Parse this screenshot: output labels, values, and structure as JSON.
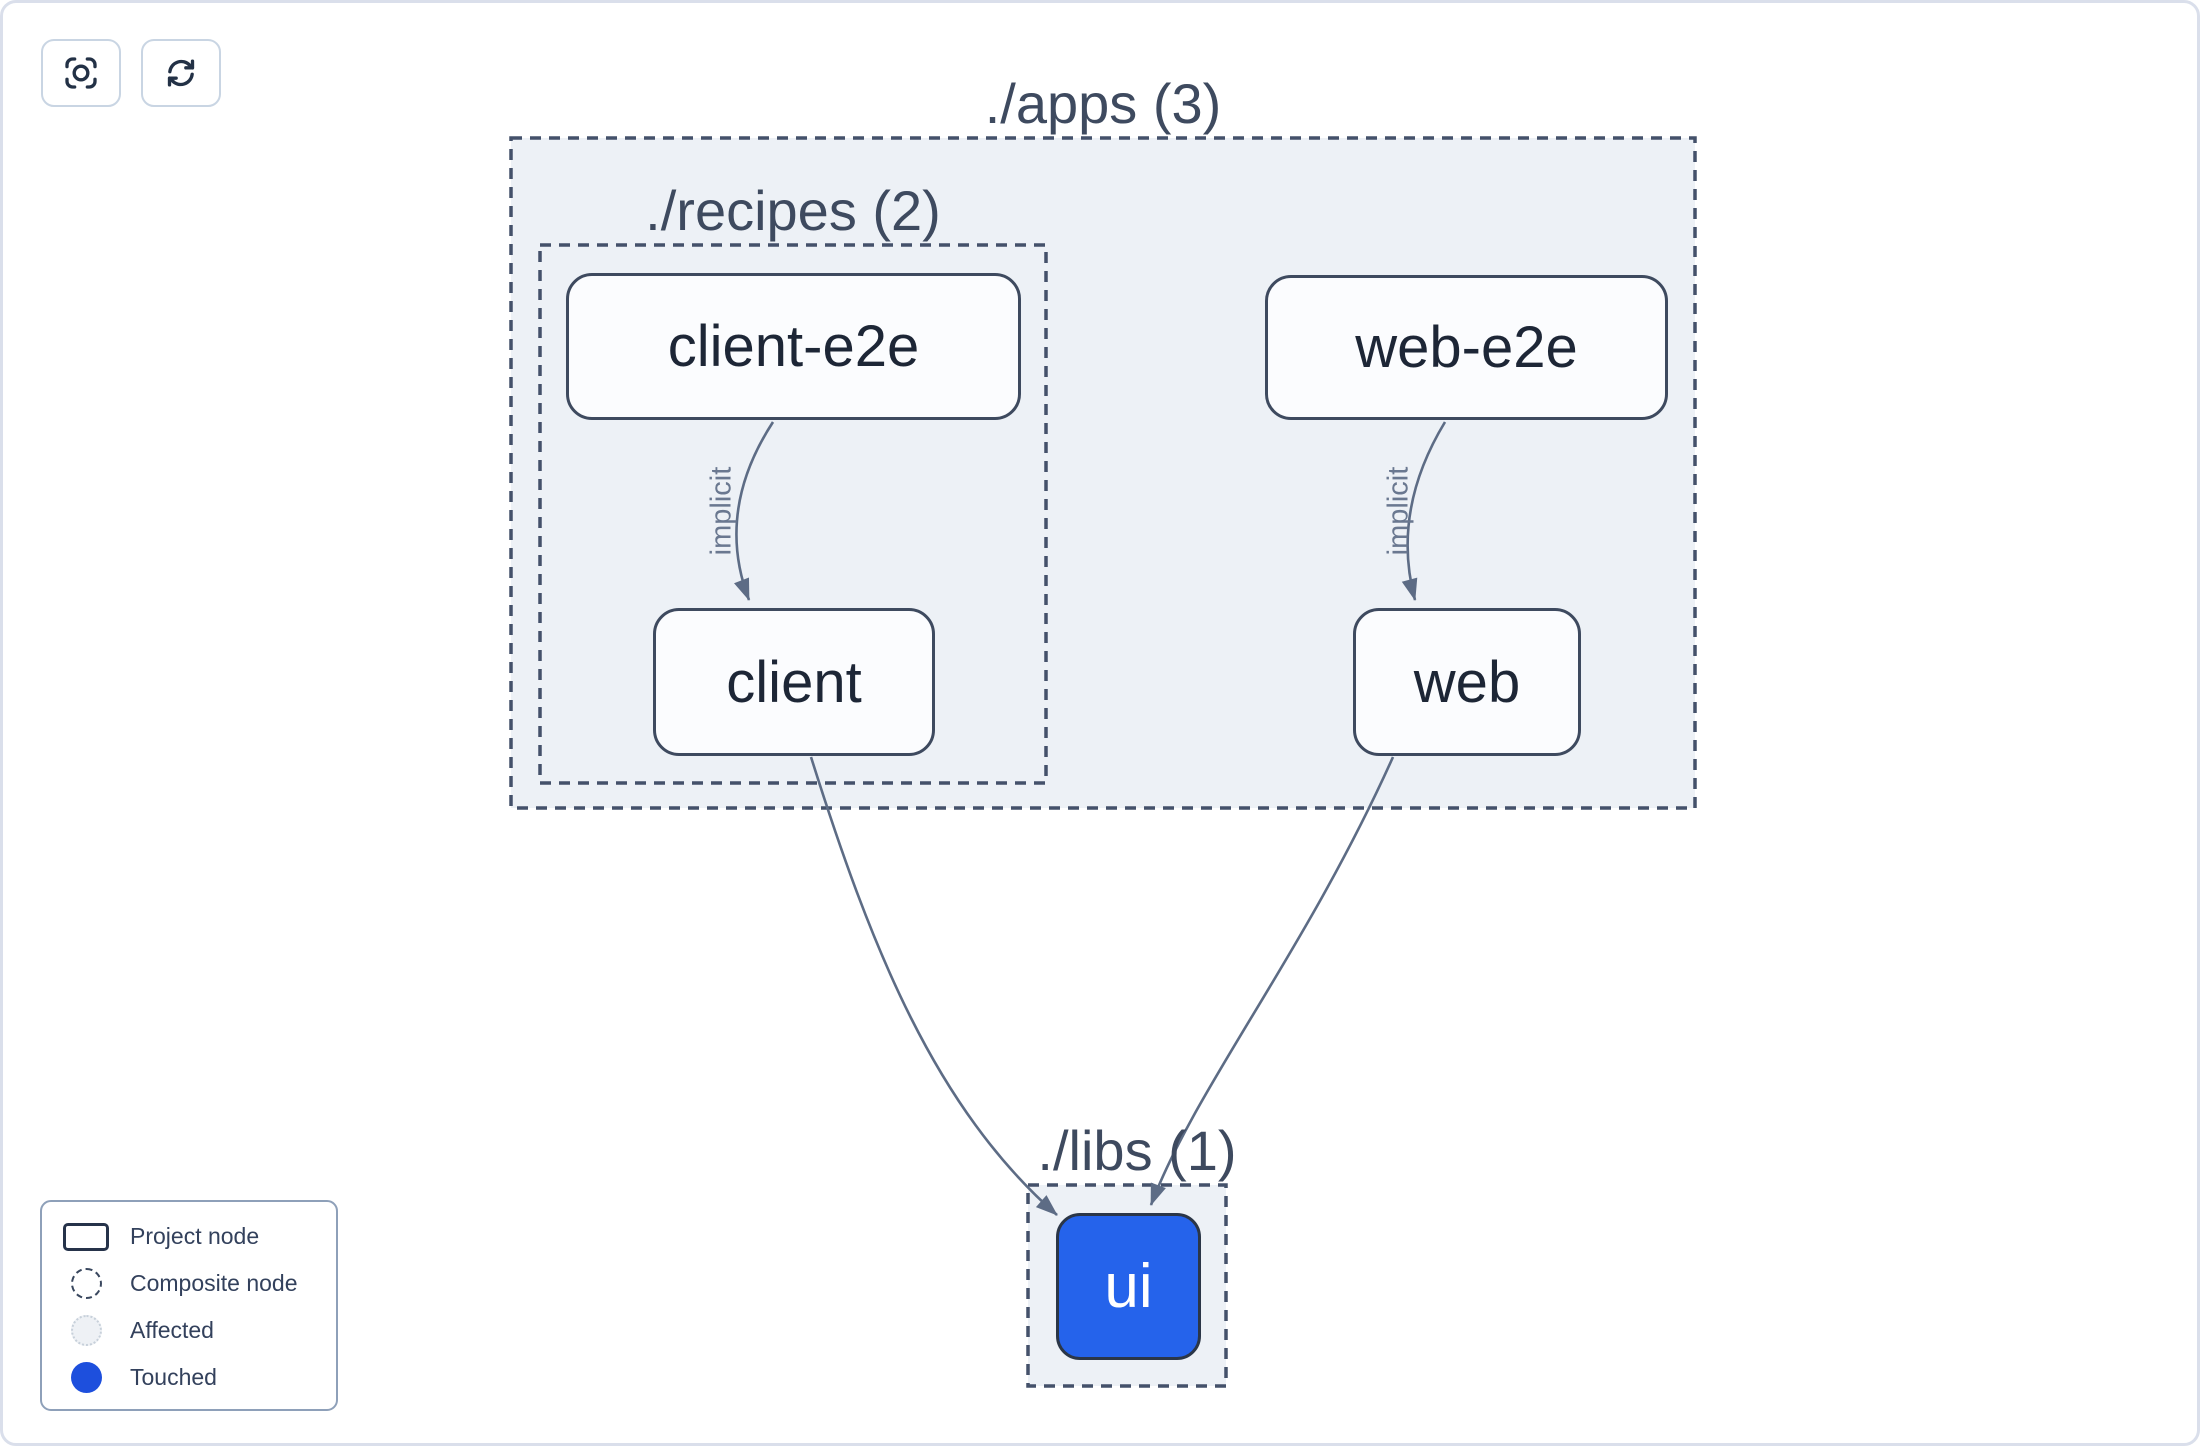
{
  "toolbar": {
    "buttons": [
      {
        "name": "center-graph",
        "icon": "crosshair-focus-icon"
      },
      {
        "name": "refresh-graph",
        "icon": "refresh-icon"
      }
    ]
  },
  "graph": {
    "composites": {
      "apps": {
        "label": "./apps (3)"
      },
      "recipes": {
        "label": "./recipes (2)"
      },
      "libs": {
        "label": "./libs (1)"
      }
    },
    "nodes": {
      "client_e2e": {
        "label": "client-e2e",
        "state": "normal"
      },
      "web_e2e": {
        "label": "web-e2e",
        "state": "normal"
      },
      "client": {
        "label": "client",
        "state": "normal"
      },
      "web": {
        "label": "web",
        "state": "normal"
      },
      "ui": {
        "label": "ui",
        "state": "touched"
      }
    },
    "edges": {
      "client_e2e_to_client": {
        "label": "implicit",
        "type": "implicit"
      },
      "web_e2e_to_web": {
        "label": "implicit",
        "type": "implicit"
      },
      "client_to_ui": {
        "label": "",
        "type": "static"
      },
      "web_to_ui": {
        "label": "",
        "type": "static"
      }
    }
  },
  "legend": {
    "items": [
      {
        "label": "Project node",
        "swatch": "project-rect"
      },
      {
        "label": "Composite node",
        "swatch": "dashed-circle"
      },
      {
        "label": "Affected",
        "swatch": "affected-circle"
      },
      {
        "label": "Touched",
        "swatch": "touched-circle"
      }
    ]
  },
  "colors": {
    "touched_node": "#2563eb",
    "touched_legend": "#1d4fdd",
    "edge": "#5d6c85",
    "node_border": "#3e4a5f",
    "composite_border": "#44516a",
    "composite_fill": "#edf1f6",
    "node_text": "#1d2636",
    "edge_label_text": "#6a7890"
  }
}
